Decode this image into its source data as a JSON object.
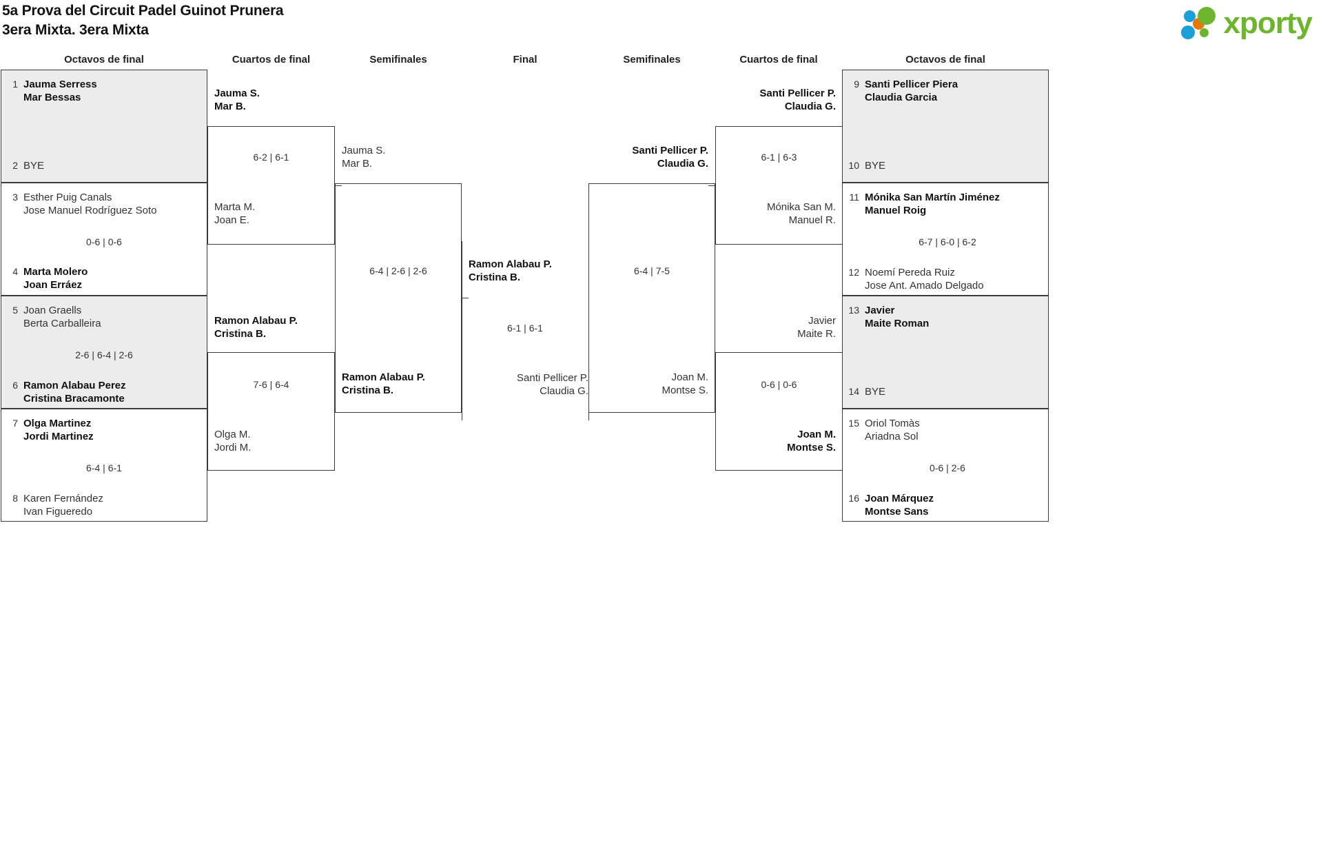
{
  "header": {
    "tournament": "5a Prova del Circuit Padel Guinot Prunera",
    "category": "3era Mixta. 3era Mixta",
    "logo_text": "xporty",
    "logo_colors": {
      "green": "#6cb52d",
      "blue": "#1a9fd9",
      "orange": "#e8770a"
    }
  },
  "rounds": {
    "left": [
      {
        "label": "Octavos de final"
      },
      {
        "label": "Cuartos de final"
      },
      {
        "label": "Semifinales"
      }
    ],
    "center": {
      "label": "Final"
    },
    "right": [
      {
        "label": "Semifinales"
      },
      {
        "label": "Cuartos de final"
      },
      {
        "label": "Octavos de final"
      }
    ]
  },
  "colors": {
    "winner_row_bg": "#ececec",
    "border": "#3a3a3a",
    "text": "#222222"
  },
  "left": {
    "octavos": [
      {
        "seed": "1",
        "p1": "Jauma Serress",
        "p2": "Mar Bessas",
        "winner": true,
        "bye": false
      },
      {
        "seed": "2",
        "p1": "BYE",
        "p2": "",
        "winner": false,
        "bye": true
      },
      {
        "seed": "3",
        "p1": "Esther Puig Canals",
        "p2": "Jose Manuel Rodríguez Soto",
        "winner": false,
        "bye": false
      },
      {
        "seed": "4",
        "p1": "Marta Molero",
        "p2": "Joan Erráez",
        "winner": true,
        "bye": false
      },
      {
        "seed": "5",
        "p1": "Joan Graells",
        "p2": "Berta Carballeira",
        "winner": false,
        "bye": false
      },
      {
        "seed": "6",
        "p1": "Ramon Alabau Perez",
        "p2": "Cristina Bracamonte",
        "winner": true,
        "bye": false
      },
      {
        "seed": "7",
        "p1": "Olga Martinez",
        "p2": "Jordi Martinez",
        "winner": true,
        "bye": false
      },
      {
        "seed": "8",
        "p1": "Karen Fernández",
        "p2": "Ivan Figueredo",
        "winner": false,
        "bye": false
      }
    ],
    "octavos_scores": [
      "",
      "0-6 | 0-6",
      "2-6 | 6-4 | 2-6",
      "6-4 | 6-1"
    ],
    "cuartos": [
      {
        "p1": "Jauma S.",
        "p2": "Mar B.",
        "winner": true
      },
      {
        "p1": "Marta M.",
        "p2": "Joan E.",
        "winner": false
      },
      {
        "p1": "Ramon Alabau P.",
        "p2": "Cristina B.",
        "winner": true
      },
      {
        "p1": "Olga M.",
        "p2": "Jordi M.",
        "winner": false
      }
    ],
    "cuartos_scores": [
      "6-2 | 6-1",
      "7-6 | 6-4"
    ],
    "semis": [
      {
        "p1": "Jauma S.",
        "p2": "Mar B.",
        "winner": false
      },
      {
        "p1": "Ramon Alabau P.",
        "p2": "Cristina B.",
        "winner": true
      }
    ],
    "semis_scores": [
      "6-4 | 2-6 | 2-6"
    ]
  },
  "final": {
    "top": {
      "p1": "Ramon Alabau P.",
      "p2": "Cristina B.",
      "winner": true
    },
    "bottom": {
      "p1": "Santi Pellicer P.",
      "p2": "Claudia G.",
      "winner": false
    },
    "score": "6-1 | 6-1"
  },
  "right": {
    "octavos": [
      {
        "seed": "9",
        "p1": "Santi Pellicer Piera",
        "p2": "Claudia Garcia",
        "winner": true,
        "bye": false
      },
      {
        "seed": "10",
        "p1": "BYE",
        "p2": "",
        "winner": false,
        "bye": true
      },
      {
        "seed": "11",
        "p1": "Mónika San Martín Jiménez",
        "p2": "Manuel Roig",
        "winner": true,
        "bye": false
      },
      {
        "seed": "12",
        "p1": "Noemí Pereda Ruiz",
        "p2": "Jose Ant. Amado Delgado",
        "winner": false,
        "bye": false
      },
      {
        "seed": "13",
        "p1": "Javier",
        "p2": "Maite Roman",
        "winner": true,
        "bye": false
      },
      {
        "seed": "14",
        "p1": "BYE",
        "p2": "",
        "winner": false,
        "bye": true
      },
      {
        "seed": "15",
        "p1": "Oriol Tomàs",
        "p2": "Ariadna Sol",
        "winner": false,
        "bye": false
      },
      {
        "seed": "16",
        "p1": "Joan Márquez",
        "p2": "Montse Sans",
        "winner": true,
        "bye": false
      }
    ],
    "octavos_scores": [
      "",
      "6-7 | 6-0 | 6-2",
      "",
      "0-6 | 2-6"
    ],
    "cuartos": [
      {
        "p1": "Santi Pellicer P.",
        "p2": "Claudia G.",
        "winner": true
      },
      {
        "p1": "Mónika San M.",
        "p2": "Manuel R.",
        "winner": false
      },
      {
        "p1": "Javier",
        "p2": "Maite R.",
        "winner": false
      },
      {
        "p1": "Joan M.",
        "p2": "Montse S.",
        "winner": true
      }
    ],
    "cuartos_scores": [
      "6-1 | 6-3",
      "0-6 | 0-6"
    ],
    "semis": [
      {
        "p1": "Santi Pellicer P.",
        "p2": "Claudia G.",
        "winner": true
      },
      {
        "p1": "Joan M.",
        "p2": "Montse S.",
        "winner": false
      }
    ],
    "semis_scores": [
      "6-4 | 7-5"
    ]
  }
}
